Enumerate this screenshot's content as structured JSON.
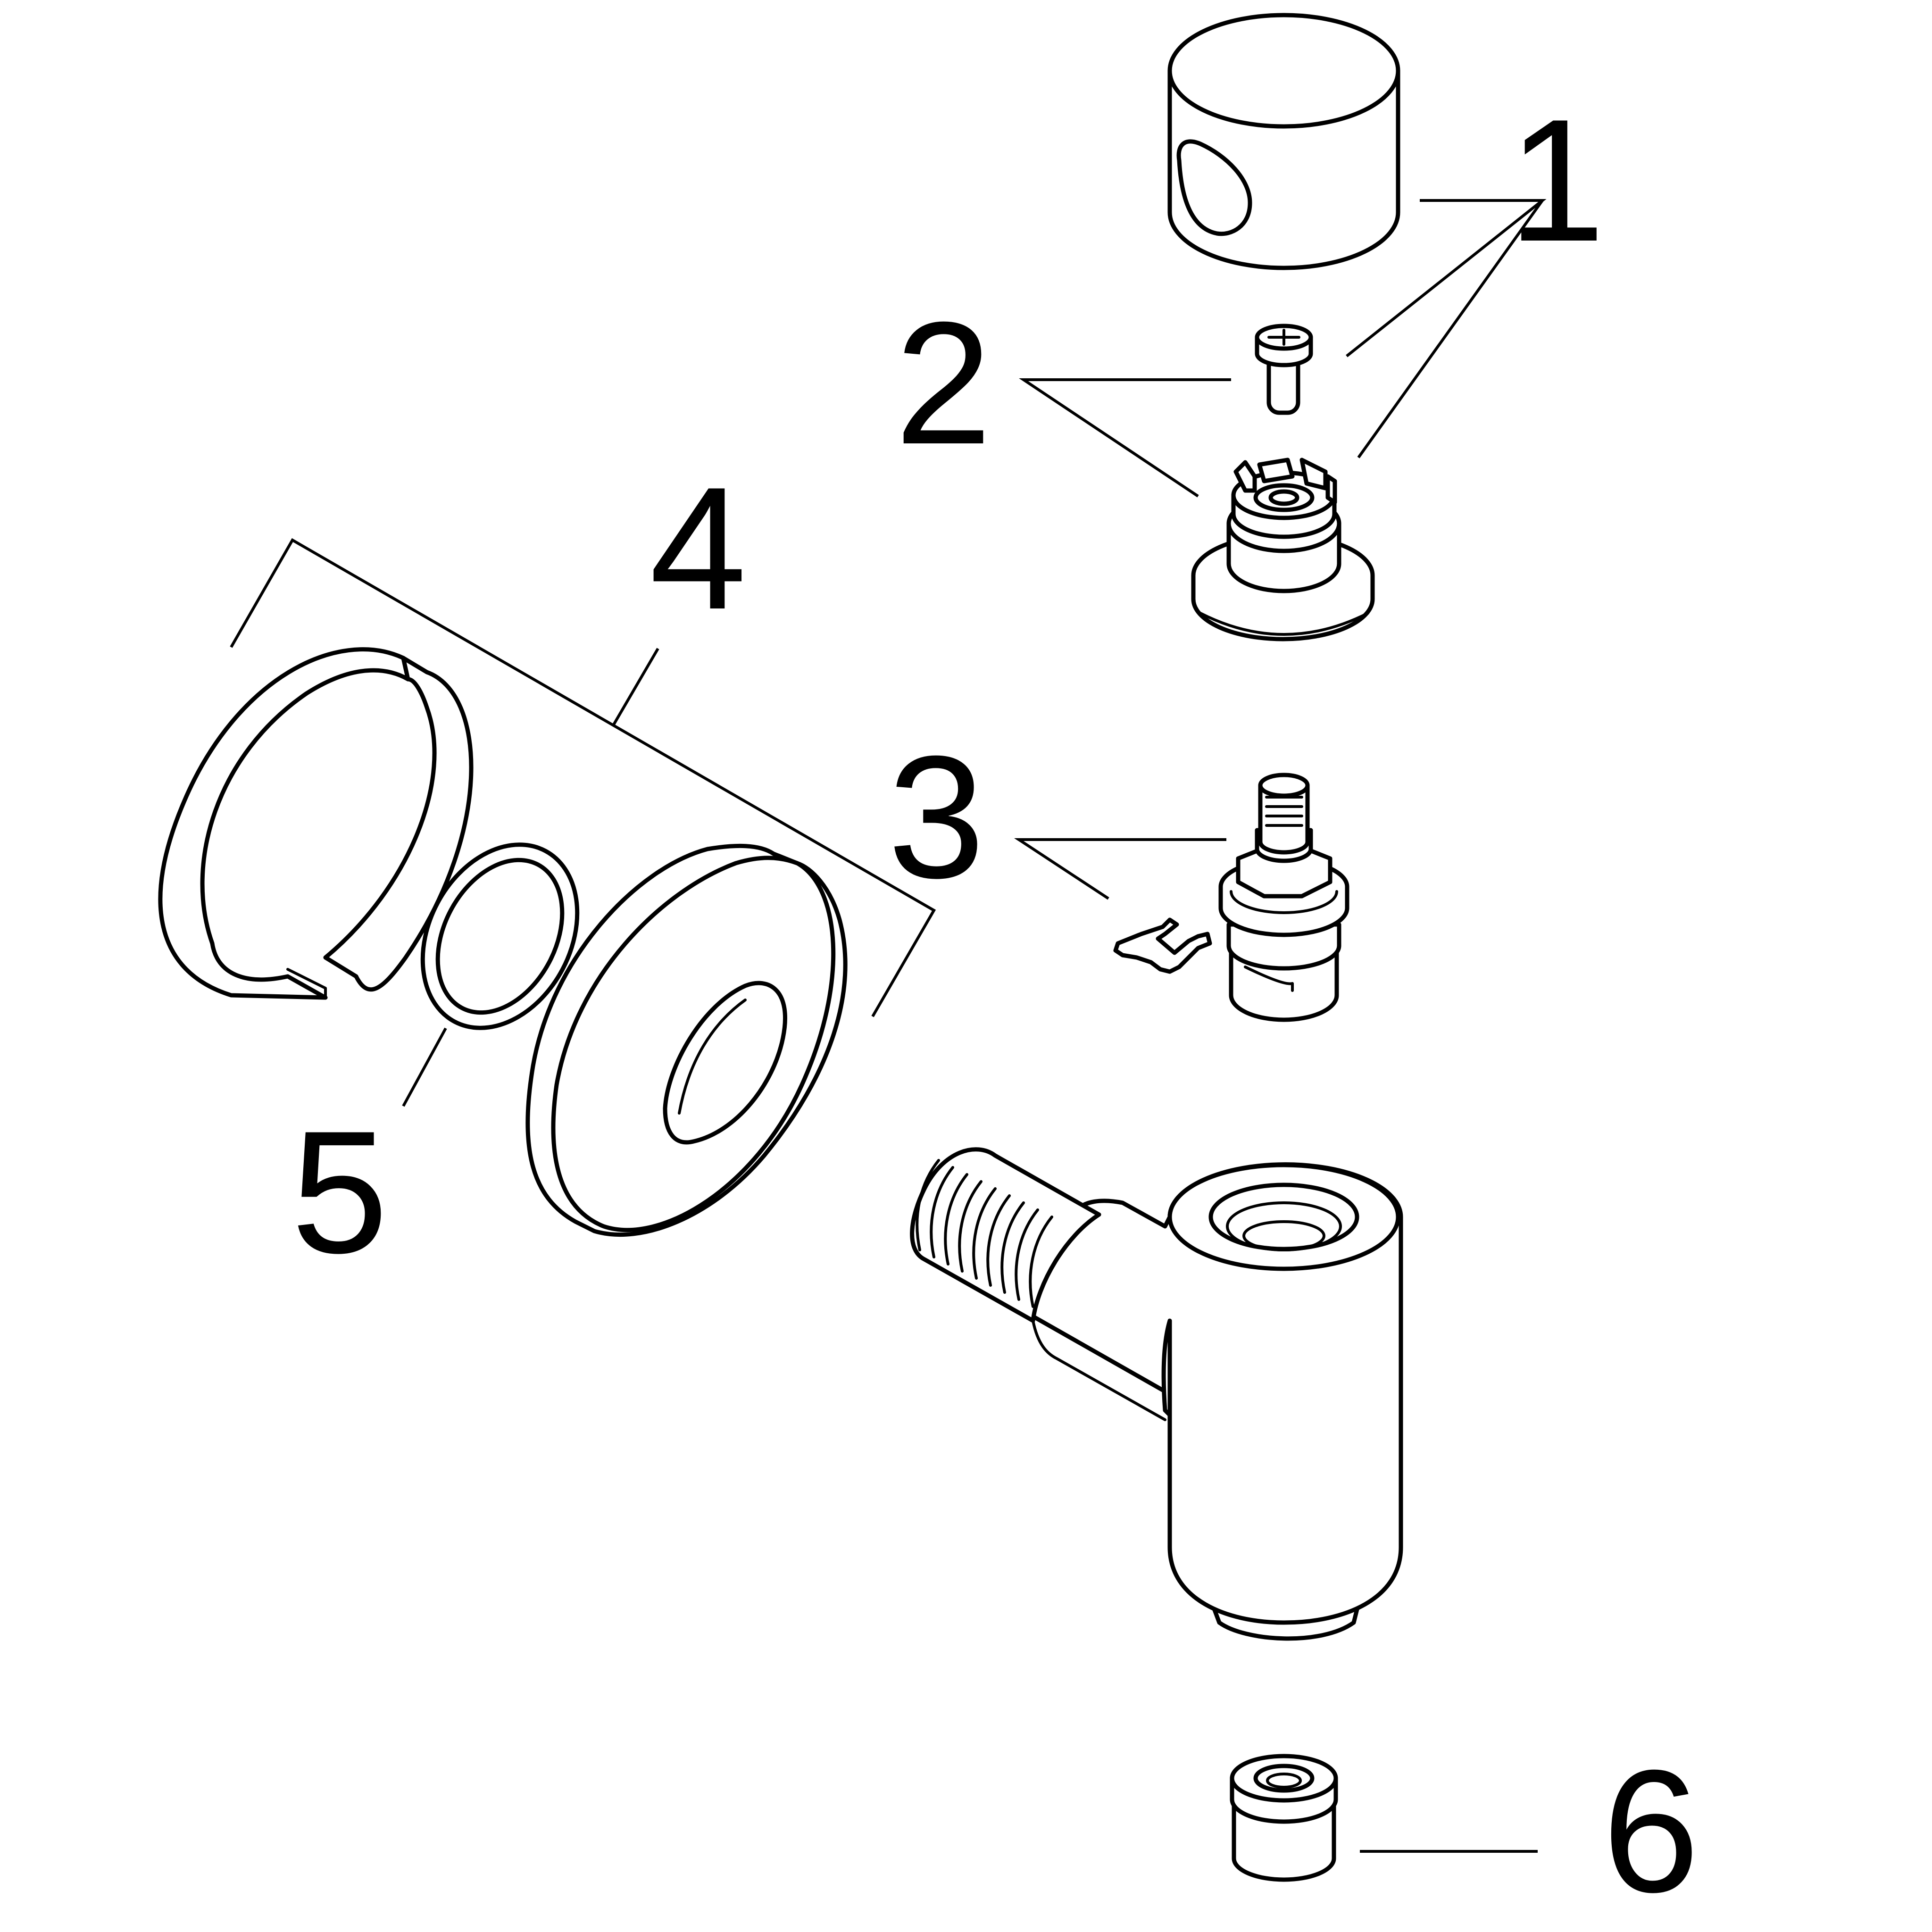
{
  "diagram": {
    "callouts": [
      {
        "id": "1",
        "label": "1"
      },
      {
        "id": "2",
        "label": "2"
      },
      {
        "id": "3",
        "label": "3"
      },
      {
        "id": "4",
        "label": "4"
      },
      {
        "id": "5",
        "label": "5"
      },
      {
        "id": "6",
        "label": "6"
      }
    ],
    "line_color": "#000000",
    "background": "#ffffff"
  }
}
